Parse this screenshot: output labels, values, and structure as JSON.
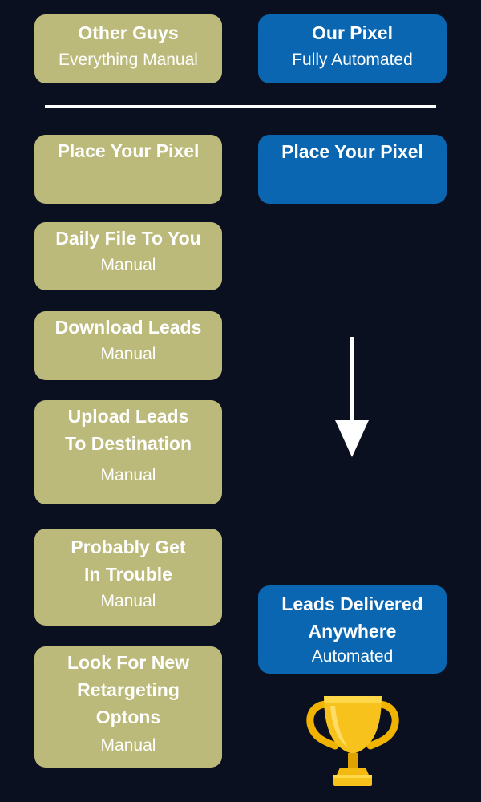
{
  "header": {
    "left": {
      "title": "Other Guys",
      "subtitle": "Everything Manual"
    },
    "right": {
      "title": "Our Pixel",
      "subtitle": "Fully Automated"
    }
  },
  "left_steps": [
    {
      "title": "Place Your Pixel",
      "subtitle": ""
    },
    {
      "title": "Daily File To You",
      "subtitle": "Manual"
    },
    {
      "title": "Download Leads",
      "subtitle": "Manual"
    },
    {
      "title": "Upload Leads\nTo Destination",
      "subtitle": "Manual"
    },
    {
      "title": "Probably Get\nIn Trouble",
      "subtitle": "Manual"
    },
    {
      "title": "Look For New\nRetargeting\nOptons",
      "subtitle": "Manual"
    }
  ],
  "right_steps": [
    {
      "title": "Place Your Pixel",
      "subtitle": ""
    },
    {
      "title": "Leads Delivered\nAnywhere",
      "subtitle": "Automated"
    }
  ],
  "colors": {
    "background": "#0b1020",
    "left_box": "#bcba7a",
    "right_box": "#0a66b0",
    "trophy": "#f5b800"
  },
  "icons": {
    "arrow": "arrow-down-icon",
    "trophy": "trophy-icon"
  }
}
